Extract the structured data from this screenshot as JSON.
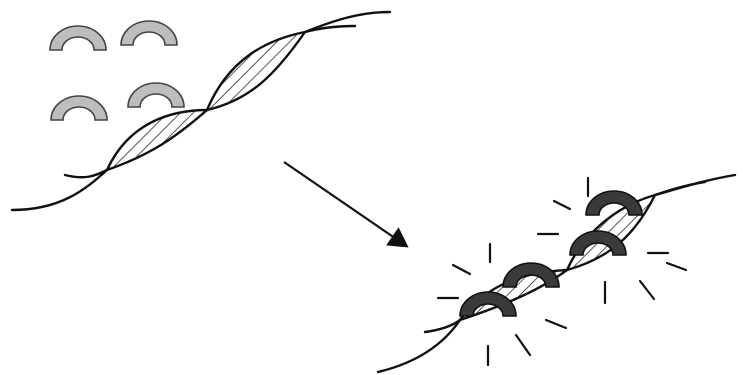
{
  "diagram": {
    "nodes": [
      {
        "id": "free-dye-molecules",
        "kind": "curved-segment-group",
        "count": 4,
        "fill_color": "#bdbdbd"
      },
      {
        "id": "dna-duplex-unbound",
        "kind": "double-helix",
        "groove_pattern": "diagonal-hatch"
      },
      {
        "id": "dna-duplex-bound",
        "kind": "double-helix",
        "bound_molecules": 4,
        "bound_color": "#3a3a3a",
        "emission": "radiating-lines"
      }
    ],
    "edges": [
      {
        "from": "dna-duplex-unbound",
        "to": "dna-duplex-bound",
        "style": "arrow"
      }
    ]
  }
}
